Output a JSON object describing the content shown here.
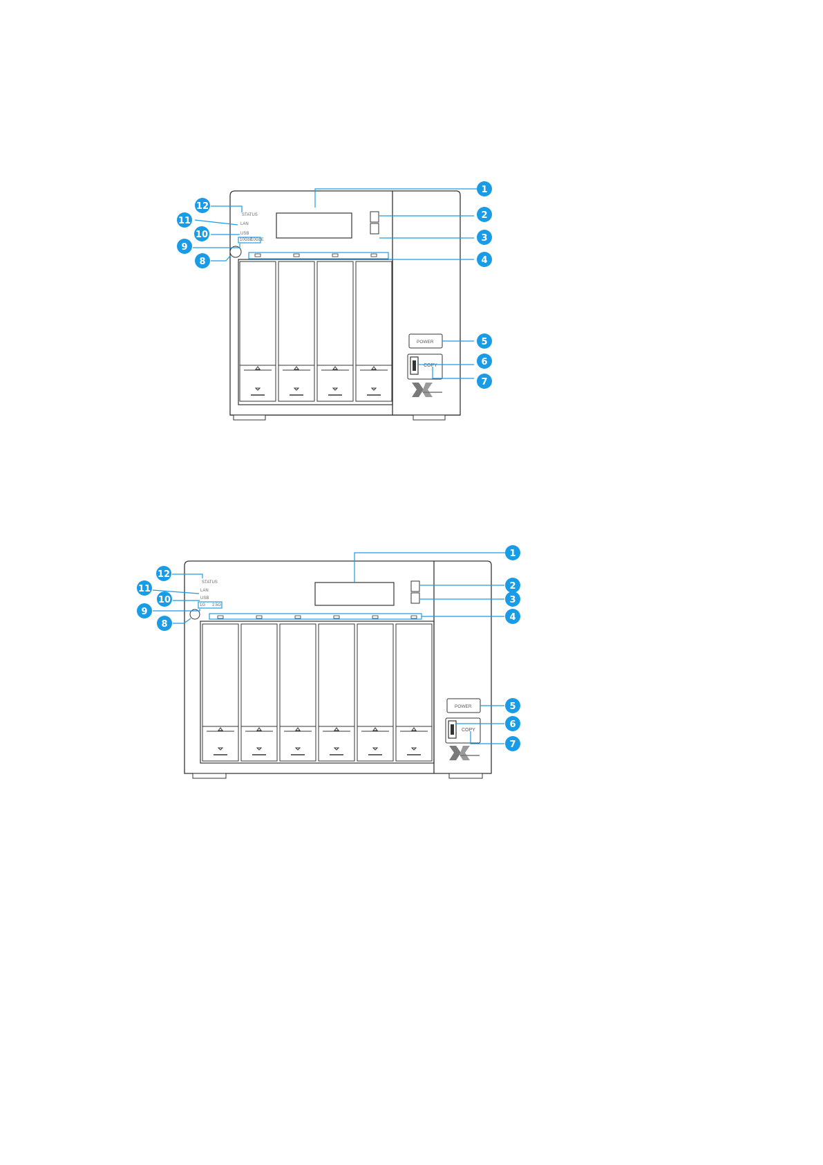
{
  "figures": [
    {
      "id": "nas-4-bay",
      "labels": {
        "status": "STATUS",
        "lan": "LAN",
        "usb": "USB",
        "lan_ports": [
          "10GbE",
          "10GbE"
        ],
        "power": "POWER",
        "copy": "COPY"
      },
      "callouts": [
        "1",
        "2",
        "3",
        "4",
        "5",
        "6",
        "7",
        "8",
        "9",
        "10",
        "11",
        "12"
      ]
    },
    {
      "id": "nas-6-bay",
      "labels": {
        "status": "STATUS",
        "lan": "LAN",
        "usb": "USB",
        "lan_ports": [
          "1G",
          "2.5G"
        ],
        "power": "POWER",
        "copy": "COPY"
      },
      "callouts": [
        "1",
        "2",
        "3",
        "4",
        "5",
        "6",
        "7",
        "8",
        "9",
        "10",
        "11",
        "12"
      ]
    }
  ],
  "colors": {
    "callout": "#1a9be6",
    "line": "#1a9be6",
    "device_stroke": "#333333"
  }
}
